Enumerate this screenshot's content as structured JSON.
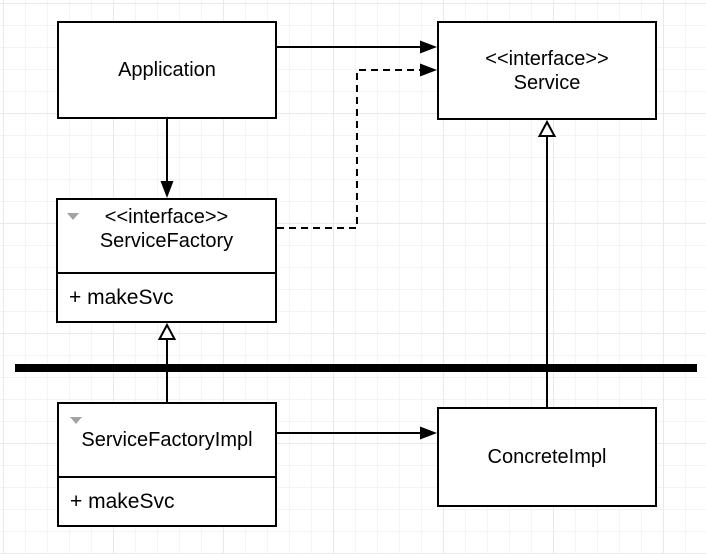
{
  "diagram": {
    "kind": "uml-class-diagram",
    "colors": {
      "stroke": "#000000",
      "node_fill": "#ffffff",
      "background": "#ffffff",
      "grid_minor": "#f4f4f4",
      "grid_major": "#e9e9e9",
      "collapse_chevron": "#a3a3a3",
      "separator": "#000000"
    },
    "nodes": {
      "application": {
        "title": "Application"
      },
      "service": {
        "stereotype": "<<interface>>",
        "title": "Service"
      },
      "serviceFactory": {
        "stereotype": "<<interface>>",
        "title": "ServiceFactory",
        "member": "+ makeSvc",
        "collapse_icon": "chevron-down"
      },
      "serviceFactoryImpl": {
        "title": "ServiceFactoryImpl",
        "member": "+ makeSvc",
        "collapse_icon": "chevron-down"
      },
      "concreteImpl": {
        "title": "ConcreteImpl"
      }
    },
    "edges": [
      {
        "from": "Application",
        "to": "Service",
        "line": "solid",
        "head": "filled-arrow"
      },
      {
        "from": "ServiceFactory",
        "to": "Service",
        "line": "dashed",
        "head": "filled-arrow"
      },
      {
        "from": "Application",
        "to": "ServiceFactory",
        "line": "solid",
        "head": "filled-arrow"
      },
      {
        "from": "ServiceFactoryImpl",
        "to": "ServiceFactory",
        "line": "solid",
        "head": "hollow-triangle"
      },
      {
        "from": "ConcreteImpl",
        "to": "Service",
        "line": "solid",
        "head": "hollow-triangle"
      },
      {
        "from": "ServiceFactoryImpl",
        "to": "ConcreteImpl",
        "line": "solid",
        "head": "filled-arrow"
      }
    ],
    "separator": {
      "type": "thick-horizontal-divider"
    }
  }
}
